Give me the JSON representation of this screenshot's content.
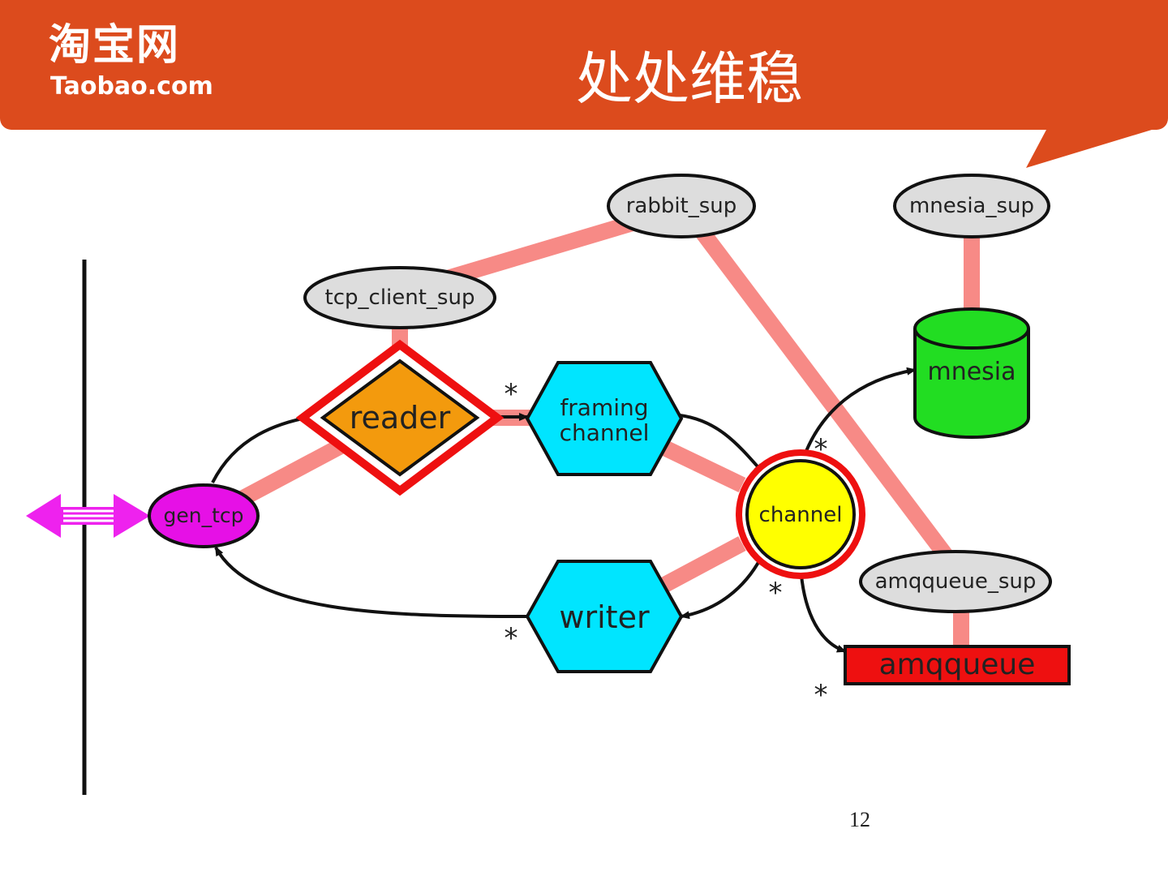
{
  "header": {
    "logo_cn": "淘宝网",
    "logo_en": "Taobao.com",
    "title": "处处维稳"
  },
  "page_number": "12",
  "colors": {
    "header": "#dc4b1d",
    "edge": "#f78a86",
    "supervisor": "#dddddd",
    "reader": "#f39a0d",
    "hexagon": "#00e5ff",
    "channel": "#ffff00",
    "gen_tcp": "#e610e6",
    "mnesia": "#22dd22",
    "amqqueue": "#ee1010",
    "highlight_ring": "#ee1010"
  },
  "diagram": {
    "nodes": {
      "rabbit_sup": "rabbit_sup",
      "mnesia_sup": "mnesia_sup",
      "tcp_client_sup": "tcp_client_sup",
      "mnesia": "mnesia",
      "reader": "reader",
      "framing_channel_line1": "framing",
      "framing_channel_line2": "channel",
      "gen_tcp": "gen_tcp",
      "channel": "channel",
      "amqqueue_sup": "amqqueue_sup",
      "writer": "writer",
      "amqqueue": "amqqueue"
    },
    "multiplicity_marker": "*"
  }
}
